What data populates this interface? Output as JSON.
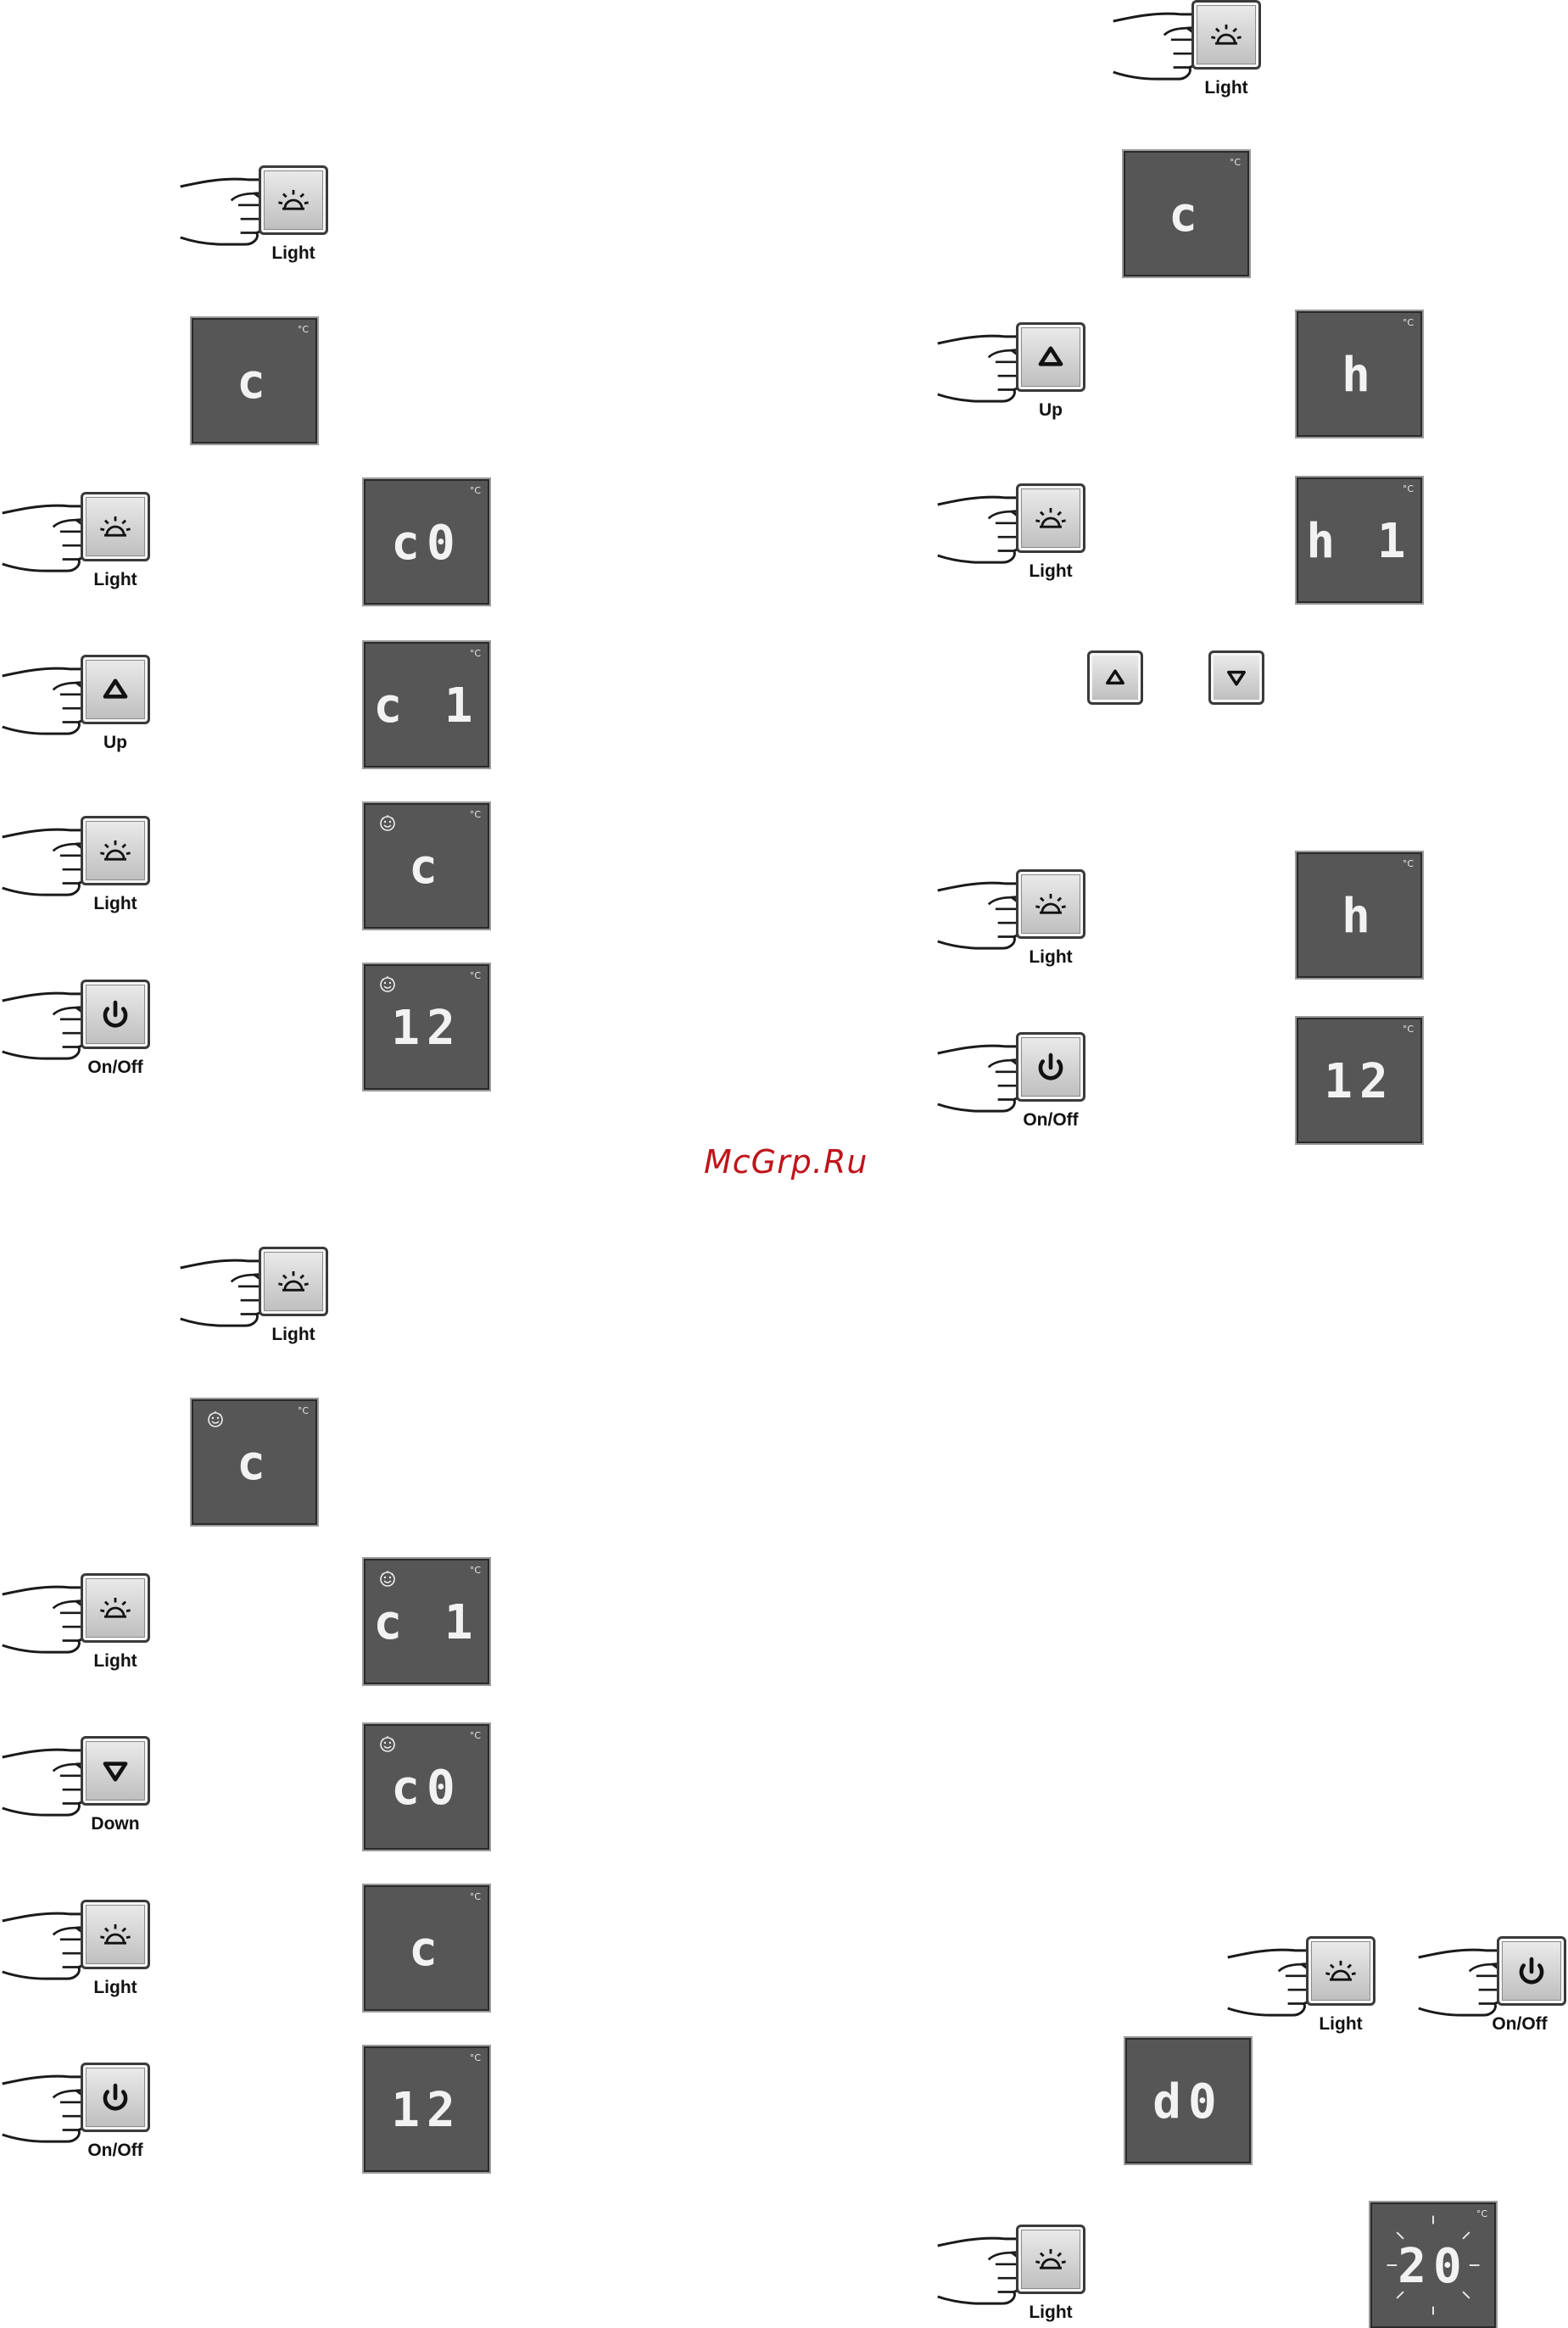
{
  "labels": {
    "light": "Light",
    "up": "Up",
    "down": "Down",
    "onoff": "On/Off"
  },
  "unit": "°C",
  "watermark": "McGrp.Ru",
  "displays": {
    "d1": "c",
    "d2": "c0",
    "d3": "c 1",
    "d4": "c",
    "d5": "12",
    "d6": "c",
    "d7": "c 1",
    "d8": "c0",
    "d9": "c",
    "d10": "12",
    "d11": "c",
    "d12": "h",
    "d13": "h 1",
    "d14": "h",
    "d15": "12",
    "d16": "d0",
    "d17": "20"
  },
  "icons": {
    "light": "light-dome-icon",
    "up": "up-triangle-icon",
    "down": "down-triangle-icon",
    "onoff": "power-icon",
    "smile": "smiley-icon",
    "hand": "pointing-hand-icon"
  },
  "colors": {
    "display_bg": "#565656",
    "segment": "#f2f2f2",
    "watermark": "#c0141b"
  }
}
